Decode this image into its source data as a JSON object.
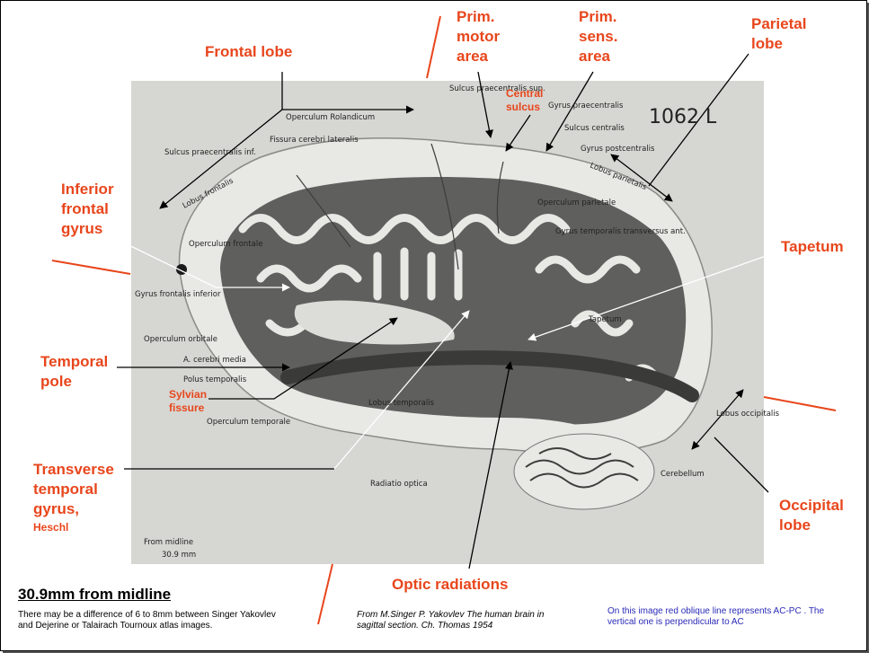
{
  "specimen_id": "1062 L",
  "labels": {
    "frontal_lobe": "Frontal lobe",
    "prim_motor": "Prim.\nmotor\narea",
    "prim_sens": "Prim.\nsens.\narea",
    "parietal_lobe": "Parietal\nlobe",
    "central_sulcus": "Central\nsulcus",
    "inferior_frontal_gyrus": "Inferior\nfrontal\ngyrus",
    "tapetum": "Tapetum",
    "temporal_pole": "Temporal\npole",
    "sylvian_fissure": "Sylvian\nfissure",
    "transverse_temporal": "Transverse\ntemporal\ngyrus,",
    "heschl": "Heschl",
    "occipital_lobe": "Occipital\nlobe",
    "optic_radiations": "Optic radiations"
  },
  "atlas_labels": {
    "sulcus_precentralis_sup": "Sulcus praecentralis sup.",
    "gyrus_precentralis": "Gyrus praecentralis",
    "sulcus_centralis": "Sulcus centralis",
    "gyrus_postcentralis": "Gyrus postcentralis",
    "lobus_parietalis": "Lobus parietalis",
    "operculum_rolandicum": "Operculum Rolandicum",
    "fissura_lateralis": "Fissura cerebri lateralis",
    "sulcus_precentralis_inf": "Sulcus praecentralis inf.",
    "lobus_frontalis": "Lobus frontalis",
    "operculum_parietale": "Operculum parietale",
    "gyrus_temporalis_transversus": "Gyrus temporalis transversus ant.",
    "operculum_frontale": "Operculum frontale",
    "gyrus_frontalis_inferior": "Gyrus frontalis inferior",
    "tapetum": "Tapetum",
    "operculum_orbitale": "Operculum orbitale",
    "a_cerebri_media": "A. cerebri media",
    "polus_temporalis": "Polus temporalis",
    "atlas_lobus_temporalis": "Lobus temporalis",
    "operculum_temporale": "Operculum temporale",
    "lobus_occipitalis": "Lobus occipitalis",
    "cerebellum": "Cerebellum",
    "radiatio_optica": "Radiatio optica",
    "from_midline": "From midline",
    "distance": "30.9 mm"
  },
  "footer": {
    "title": "30.9mm from midline",
    "note": "There may be a difference of 6 to 8mm between Singer Yakovlev and Dejerine or Talairach Tournoux atlas images.",
    "source": "From M.Singer P. Yakovlev The human brain in sagittal section. Ch. Thomas 1954",
    "acpc_note": "On this image red oblique line represents AC-PC .   The vertical one is perpendicular to AC"
  },
  "colors": {
    "label": "#e8461c",
    "note_blue": "#2a2ab8",
    "photo_bg": "#d6d6d2",
    "cortex": "#e8e8e4",
    "white_matter": "#5f5f5d"
  }
}
